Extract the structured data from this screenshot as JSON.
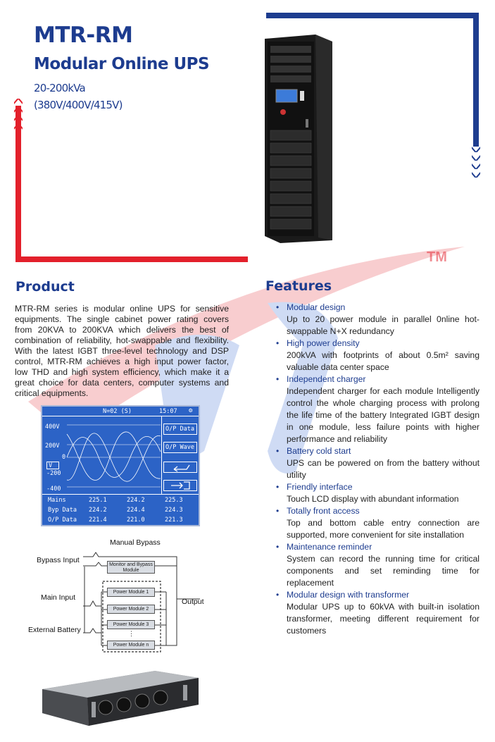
{
  "header": {
    "title": "MTR-RM",
    "subtitle": "Modular Online UPS",
    "power_range": "20-200kVa",
    "voltages": "(380V/400V/415V)"
  },
  "trademark": "TM",
  "product": {
    "heading": "Product",
    "text": "MTR-RM series is modular online UPS for sensitive equipments. The single cabinet power rating covers from 20KVA to 200KVA which delivers the best of combination of reliability, hot-swappable and flexibility. With the latest IGBT three-level technology and DSP control, MTR-RM achieves a high input power factor, low THD and high system efficiency, which make it a great choice for data centers, computer systems and critical equipments."
  },
  "features": {
    "heading": "Features",
    "items": [
      {
        "title": "Modular design",
        "desc": "Up to 20 power module in parallel 0nline hot-swappable N+X redundancy"
      },
      {
        "title": "High power density",
        "desc": "200kVA with footprints of about 0.5m² saving valuable data center space"
      },
      {
        "title": "Independent charger",
        "desc": "Independent charger for each module Intelligently control the whole charging process with prolong the life time of the battery Integrated IGBT design in one module, less failure points with higher performance and reliability"
      },
      {
        "title": "Battery cold start",
        "desc": "UPS can be powered on from the battery without utility"
      },
      {
        "title": "Friendly interface",
        "desc": "Touch LCD display with abundant information"
      },
      {
        "title": "Totally front access",
        "desc": "Top and bottom cable entry connection are supported, more convenient for site installation"
      },
      {
        "title": "Maintenance reminder",
        "desc": "System can record the running time for critical components and set reminding time for replacement"
      },
      {
        "title": "Modular design with transformer",
        "desc": "Modular UPS up to 60kVA with built-in isolation transformer, meeting different requirement for customers"
      }
    ]
  },
  "lcd": {
    "status": "N=02 (S)",
    "time": "15:07",
    "y_ticks": [
      "400V",
      "200V",
      "0",
      "-200",
      "-400"
    ],
    "unit_button": "V",
    "buttons": [
      "O/P Data",
      "O/P Wave"
    ],
    "rows": [
      {
        "label": "Mains",
        "values": [
          "225.1",
          "224.2",
          "225.3"
        ]
      },
      {
        "label": "Byp Data",
        "values": [
          "224.2",
          "224.4",
          "224.3"
        ]
      },
      {
        "label": "O/P Data",
        "values": [
          "221.4",
          "221.0",
          "221.3"
        ]
      }
    ]
  },
  "diagram": {
    "manual_bypass": "Manual Bypass",
    "bypass_input": "Bypass Input",
    "main_input": "Main Input",
    "external_battery": "External Battery",
    "output": "Output",
    "monitor_box": "Monitor and Bypass Module",
    "modules": [
      "Power Module 1",
      "Power Module 2",
      "Power Module 3",
      "Power Module n"
    ],
    "ellipsis": "⋮"
  },
  "colors": {
    "brand_blue": "#1d3c8f",
    "brand_red": "#e3202b",
    "lcd_blue": "#2c63c6"
  }
}
